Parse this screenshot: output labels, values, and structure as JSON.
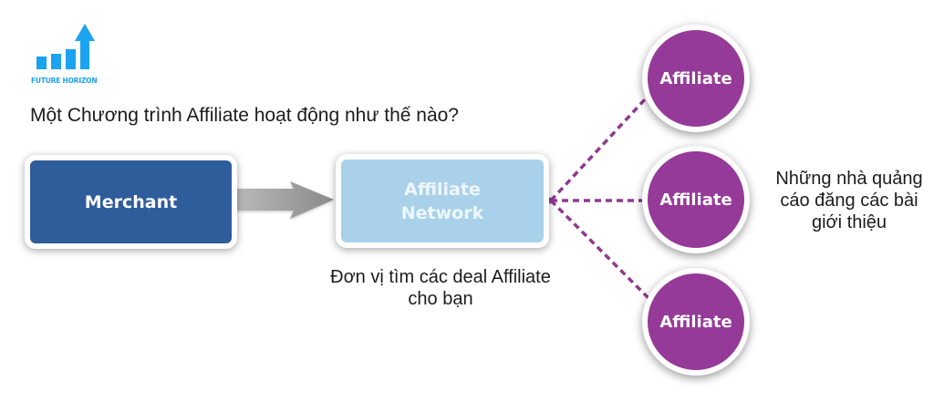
{
  "logo": {
    "brand_name": "FUTURE HORIZON",
    "icon": "growth-bar-chart-arrow-icon",
    "color": "#1aa3f0"
  },
  "title": "Một Chương trình Affiliate hoạt động như thế nào?",
  "nodes": {
    "merchant": {
      "label": "Merchant",
      "color": "#2f5c9b"
    },
    "network": {
      "label_line1": "Affiliate",
      "label_line2": "Network",
      "color": "#a9d1ea"
    },
    "affiliates": [
      {
        "label": "Affiliate",
        "color": "#953a98"
      },
      {
        "label": "Affiliate",
        "color": "#953a98"
      },
      {
        "label": "Affiliate",
        "color": "#953a98"
      }
    ]
  },
  "edges": [
    {
      "from": "merchant",
      "to": "network",
      "style": "solid-arrow",
      "color": "#8f8f8f"
    },
    {
      "from": "network",
      "to": "affiliate-1",
      "style": "dashed",
      "color": "#8e3a8e"
    },
    {
      "from": "network",
      "to": "affiliate-2",
      "style": "dashed",
      "color": "#8e3a8e"
    },
    {
      "from": "network",
      "to": "affiliate-3",
      "style": "dashed",
      "color": "#8e3a8e"
    }
  ],
  "captions": {
    "network_line1": "Đơn vị tìm các deal Affiliate",
    "network_line2": "cho bạn",
    "affiliates_line1": "Những nhà quảng",
    "affiliates_line2": "cáo đăng các bài",
    "affiliates_line3": "giới thiệu"
  }
}
